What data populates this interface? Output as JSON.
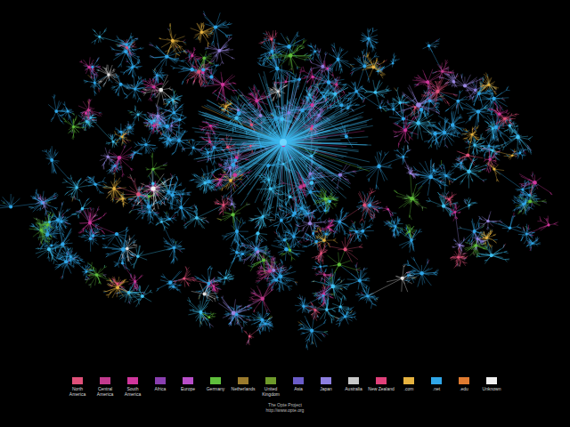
{
  "diagram": {
    "labels": [
      "The Opte Project",
      "http://www.opte.org"
    ],
    "legend": [
      {
        "text": "North America",
        "color": "#e0507a"
      },
      {
        "text": "Central America",
        "color": "#c23a8e"
      },
      {
        "text": "South America",
        "color": "#d0369c"
      },
      {
        "text": "Africa",
        "color": "#8a3fb0"
      },
      {
        "text": "Europe",
        "color": "#b84ec9"
      },
      {
        "text": "Germany",
        "color": "#5fbf3c"
      },
      {
        "text": "Netherlands",
        "color": "#9a7a2c"
      },
      {
        "text": "United Kingdom",
        "color": "#6e9a2a"
      },
      {
        "text": "Asia",
        "color": "#6a5cc8"
      },
      {
        "text": "Japan",
        "color": "#8d7fe0"
      },
      {
        "text": "Australia",
        "color": "#c8c8c8"
      },
      {
        "text": "New Zealand",
        "color": "#e0407a"
      },
      {
        "text": ".com",
        "color": "#e6b340"
      },
      {
        "text": ".net",
        "color": "#2fa6e8"
      },
      {
        "text": ".edu",
        "color": "#e07b30"
      },
      {
        "text": "Unknown",
        "color": "#f0f0f0"
      }
    ]
  }
}
